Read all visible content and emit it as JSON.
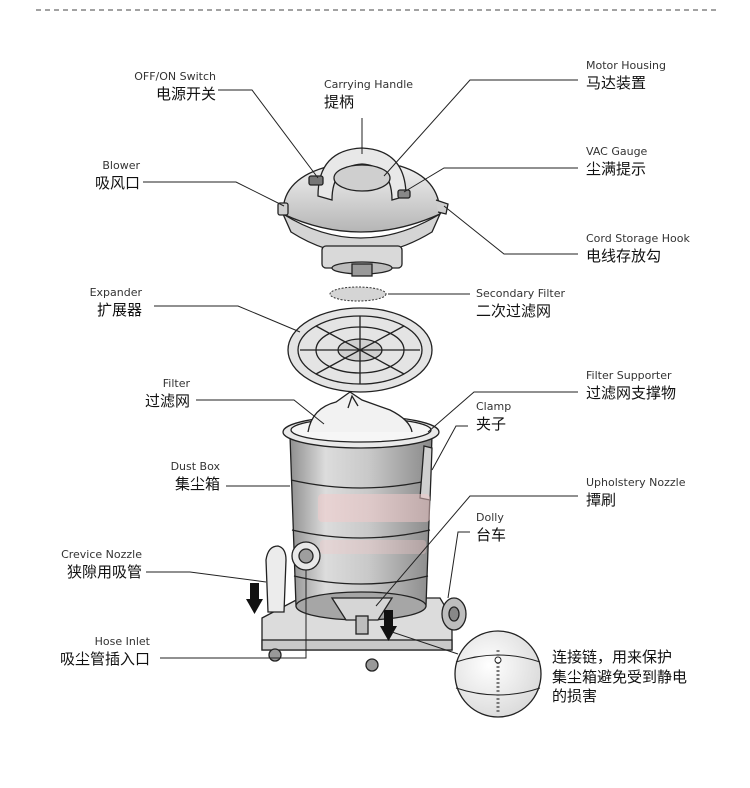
{
  "labels": {
    "off_on_switch": {
      "en": "OFF/ON Switch",
      "zh": "电源开关"
    },
    "carrying_handle": {
      "en": "Carrying Handle",
      "zh": "提柄"
    },
    "motor_housing": {
      "en": "Motor Housing",
      "zh": "马达装置"
    },
    "blower": {
      "en": "Blower",
      "zh": "吸风口"
    },
    "vac_gauge": {
      "en": "VAC Gauge",
      "zh": "尘满提示"
    },
    "cord_storage_hook": {
      "en": "Cord Storage Hook",
      "zh": "电线存放勾"
    },
    "expander": {
      "en": "Expander",
      "zh": "扩展器"
    },
    "secondary_filter": {
      "en": "Secondary Filter",
      "zh": "二次过滤网"
    },
    "filter": {
      "en": "Filter",
      "zh": "过滤网"
    },
    "filter_supporter": {
      "en": "Filter Supporter",
      "zh": "过滤网支撑物"
    },
    "clamp": {
      "en": "Clamp",
      "zh": "夹子"
    },
    "dust_box": {
      "en": "Dust Box",
      "zh": "集尘箱"
    },
    "upholstery_nozzle": {
      "en": "Upholstery Nozzle",
      "zh": "撢刷"
    },
    "dolly": {
      "en": "Dolly",
      "zh": "台车"
    },
    "crevice_nozzle": {
      "en": "Crevice Nozzle",
      "zh": "狭隙用吸管"
    },
    "hose_inlet": {
      "en": "Hose Inlet",
      "zh": "吸尘管插入口"
    }
  },
  "note": [
    "连接链，用来保护",
    "集尘箱避免受到静电",
    "的损害"
  ],
  "colors": {
    "line": "#333333",
    "metal": "#b9b9b9",
    "body": "#e6e6e6",
    "arrow": "#111111",
    "accent": "#f4c9c9"
  }
}
